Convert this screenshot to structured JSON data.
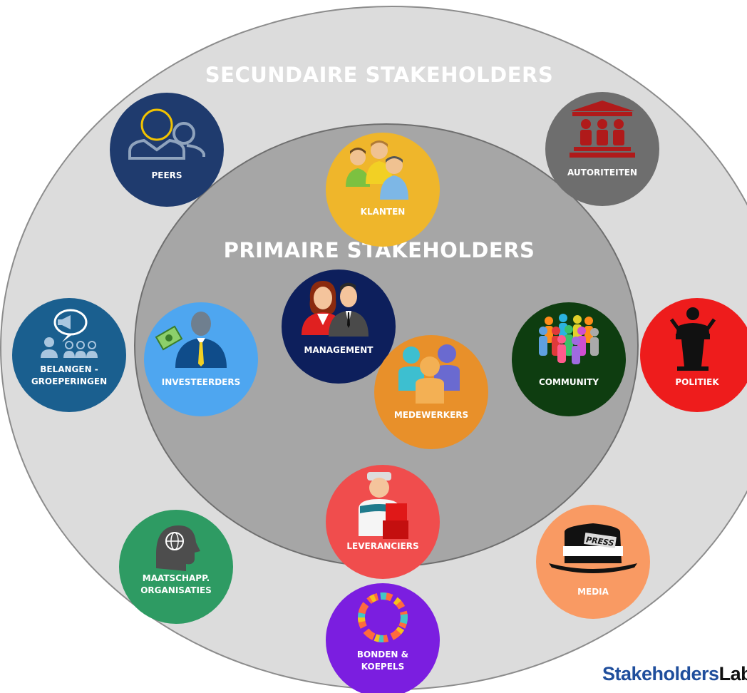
{
  "titles": {
    "secondary": "SECUNDAIRE STAKEHOLDERS",
    "primary": "PRIMAIRE STAKEHOLDERS"
  },
  "colors": {
    "outer_ring": "#dcdcdc",
    "inner_ring": "#a6a6a6",
    "brand_blue": "#1f4e9c"
  },
  "secondary_stakeholders": [
    {
      "label": "PEERS",
      "color": "#1f3b6e",
      "icon": "peers-icon"
    },
    {
      "label": "AUTORITEITEN",
      "color": "#6e6e6e",
      "icon": "courthouse-icon"
    },
    {
      "label": "BELANGEN -\nGROEPERINGEN",
      "color": "#1a5f8f",
      "icon": "megaphone-group-icon"
    },
    {
      "label": "POLITIEK",
      "color": "#ee1c1c",
      "icon": "politician-podium-icon"
    },
    {
      "label": "MAATSCHAPP.\nORGANISATIES",
      "color": "#2e9b63",
      "icon": "globe-head-icon"
    },
    {
      "label": "MEDIA",
      "color": "#f99a63",
      "icon": "press-hat-icon"
    },
    {
      "label": "BONDEN &\nKOEPELS",
      "color": "#7b1ee0",
      "icon": "people-circle-icon"
    }
  ],
  "primary_stakeholders": [
    {
      "label": "KLANTEN",
      "color": "#efb62b",
      "icon": "customers-icon"
    },
    {
      "label": "MANAGEMENT",
      "color": "#0d1f5c",
      "icon": "managers-icon"
    },
    {
      "label": "INVESTEERDERS",
      "color": "#4ea6f0",
      "icon": "investor-icon"
    },
    {
      "label": "MEDEWERKERS",
      "color": "#e8902a",
      "icon": "employees-icon"
    },
    {
      "label": "COMMUNITY",
      "color": "#0e3d10",
      "icon": "crowd-icon"
    },
    {
      "label": "LEVERANCIERS",
      "color": "#f04d4d",
      "icon": "supplier-icon"
    }
  ],
  "brand": {
    "part1": "Stakeholders",
    "part2": "Lab"
  }
}
